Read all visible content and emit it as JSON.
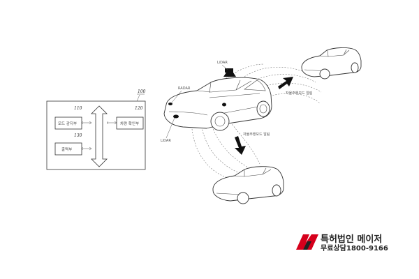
{
  "figure": {
    "system_ref": "100",
    "blocks": {
      "b110": {
        "ref": "110",
        "label": "모드 감지부"
      },
      "b120": {
        "ref": "120",
        "label": "차량 확인부"
      },
      "b130": {
        "ref": "130",
        "label": "출력부"
      }
    },
    "car_labels": {
      "lidar": "LiDAR",
      "radar": "RADAR",
      "lidar_front": "LiDAR"
    },
    "signal_labels": {
      "upper": "자율주행모드 알림",
      "lower": "자율주행모드 알림"
    }
  },
  "logo": {
    "brand": "특허법인 메이저",
    "consult": "무료상담",
    "phone": "1800-9166",
    "accent_color": "#d6001c"
  }
}
